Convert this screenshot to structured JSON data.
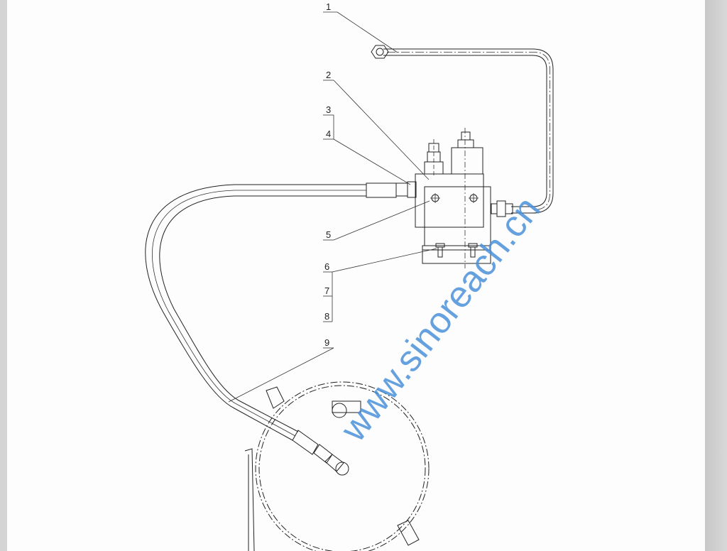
{
  "drawing": {
    "callouts": [
      "1",
      "2",
      "3",
      "4",
      "5",
      "6",
      "7",
      "8",
      "9"
    ],
    "watermark": "www.sinoreach.cn"
  }
}
